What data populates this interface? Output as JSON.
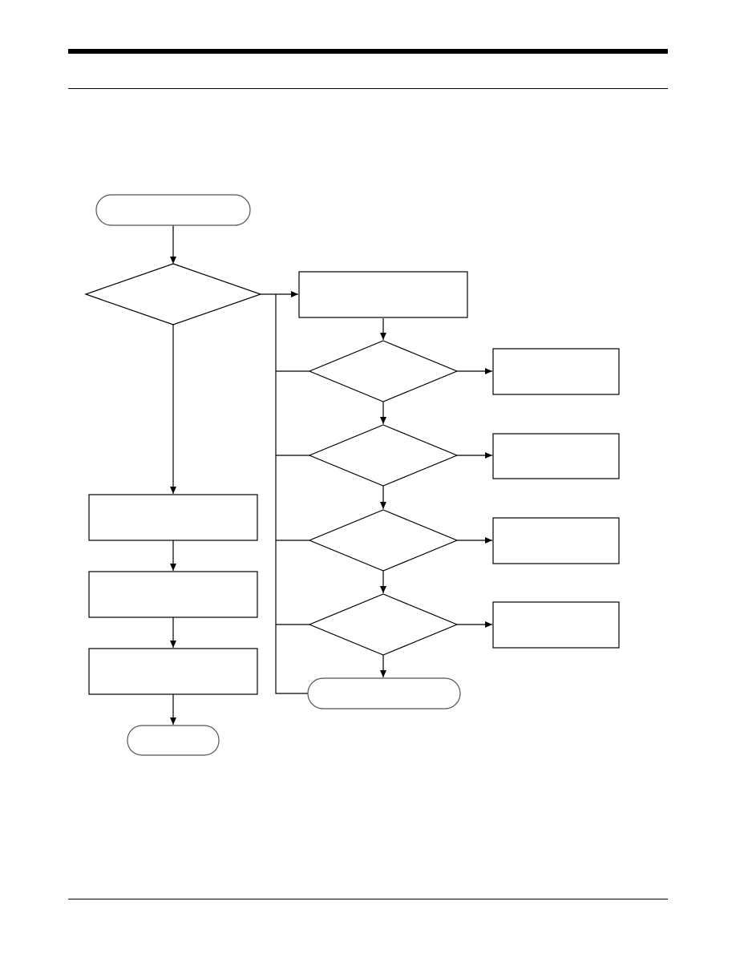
{
  "header": {
    "title": ""
  },
  "footer": {
    "text": ""
  },
  "flowchart": {
    "nodes": [
      {
        "id": "start",
        "type": "terminal",
        "label": ""
      },
      {
        "id": "decision-a",
        "type": "decision",
        "label": ""
      },
      {
        "id": "process-r1",
        "type": "process",
        "label": ""
      },
      {
        "id": "decision-1",
        "type": "decision",
        "label": ""
      },
      {
        "id": "action-1",
        "type": "process",
        "label": ""
      },
      {
        "id": "decision-2",
        "type": "decision",
        "label": ""
      },
      {
        "id": "action-2",
        "type": "process",
        "label": ""
      },
      {
        "id": "decision-3",
        "type": "decision",
        "label": ""
      },
      {
        "id": "action-3",
        "type": "process",
        "label": ""
      },
      {
        "id": "decision-4",
        "type": "decision",
        "label": ""
      },
      {
        "id": "action-4",
        "type": "process",
        "label": ""
      },
      {
        "id": "end-right",
        "type": "terminal",
        "label": ""
      },
      {
        "id": "process-l1",
        "type": "process",
        "label": ""
      },
      {
        "id": "process-l2",
        "type": "process",
        "label": ""
      },
      {
        "id": "process-l3",
        "type": "process",
        "label": ""
      },
      {
        "id": "end-left",
        "type": "terminal",
        "label": ""
      }
    ]
  }
}
